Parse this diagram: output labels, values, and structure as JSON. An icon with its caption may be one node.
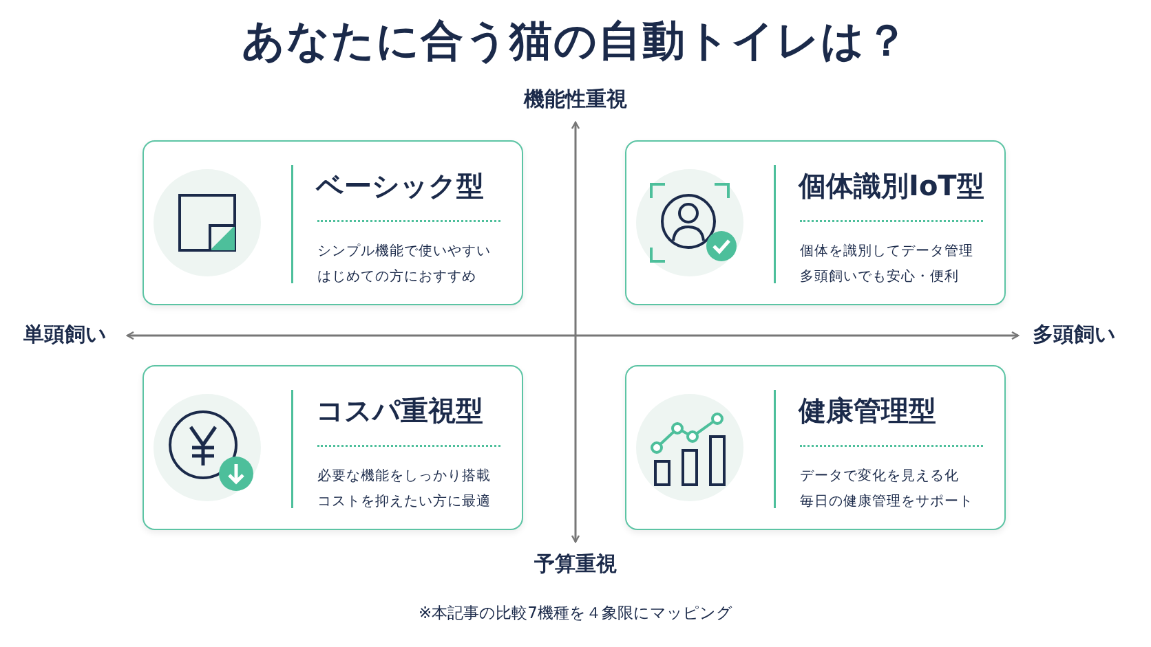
{
  "diagram": {
    "title": "あなたに合う猫の自動トイレは？",
    "caption": "※本記事の比較7機種を４象限にマッピング",
    "nodes": [
      {
        "text": [
          "ベーシック型",
          "シンプル機能で使いやすい",
          "はじめての方におすすめ"
        ]
      },
      {
        "text": [
          "個体識別IoT型",
          "個体を識別してデータ管理",
          "多頭飼いでも安心・便利"
        ]
      },
      {
        "text": [
          "コスパ重視型",
          "必要な機能をしっかり搭載",
          "コストを抑えたい方に最適"
        ]
      },
      {
        "text": [
          "健康管理型",
          "データで変化を見える化",
          "毎日の健康管理をサポート"
        ]
      }
    ],
    "labels": [
      "機能性重視",
      "単頭飼い",
      "多頭飼い",
      "予算重視"
    ]
  }
}
